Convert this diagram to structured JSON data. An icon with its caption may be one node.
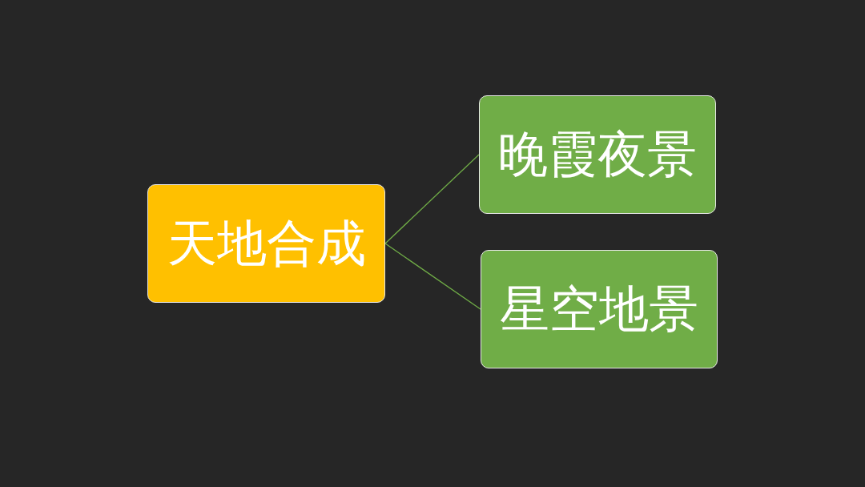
{
  "diagram": {
    "nodes": [
      {
        "text": [
          "天地合成"
        ]
      },
      {
        "text": [
          "晚霞夜景"
        ]
      },
      {
        "text": [
          "星空地景"
        ]
      }
    ],
    "edges": [
      {
        "from": 0,
        "to": 1,
        "arrow": "none"
      },
      {
        "from": 0,
        "to": 2,
        "arrow": "none"
      }
    ]
  }
}
